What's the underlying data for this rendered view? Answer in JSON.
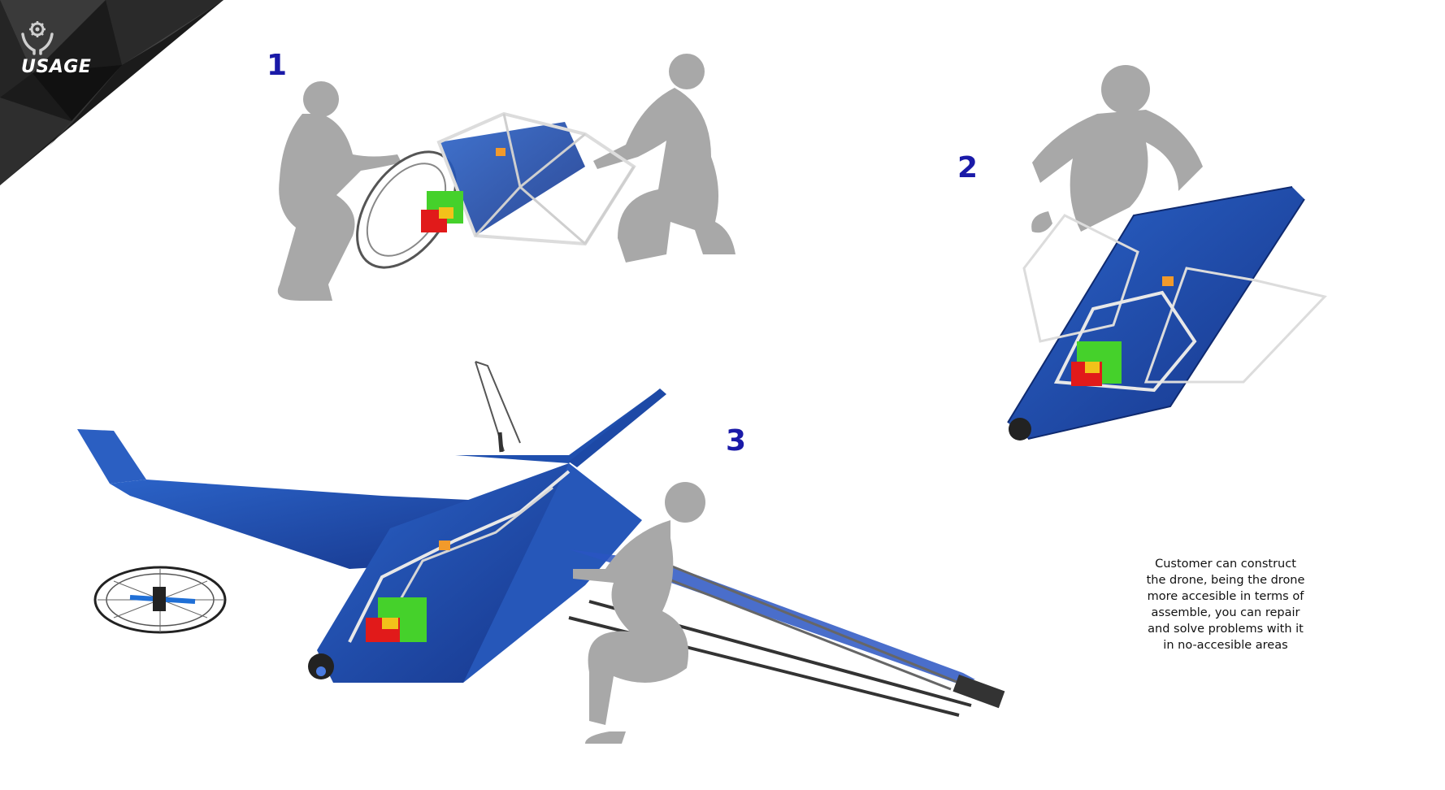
{
  "header": {
    "label": "USAGE",
    "icon": "hands-gear-icon"
  },
  "steps": {
    "one": "1",
    "two": "2",
    "three": "3"
  },
  "caption": {
    "text": "Customer can construct the drone, being the drone more accesible in terms of assemble, you can repair and solve problems with it in no-accesible areas"
  },
  "colors": {
    "drone_blue": "#1f4fae",
    "step_number": "#1a1aa8",
    "silhouette": "#a8a8a8",
    "corner_dark": "#1e1e1e"
  }
}
